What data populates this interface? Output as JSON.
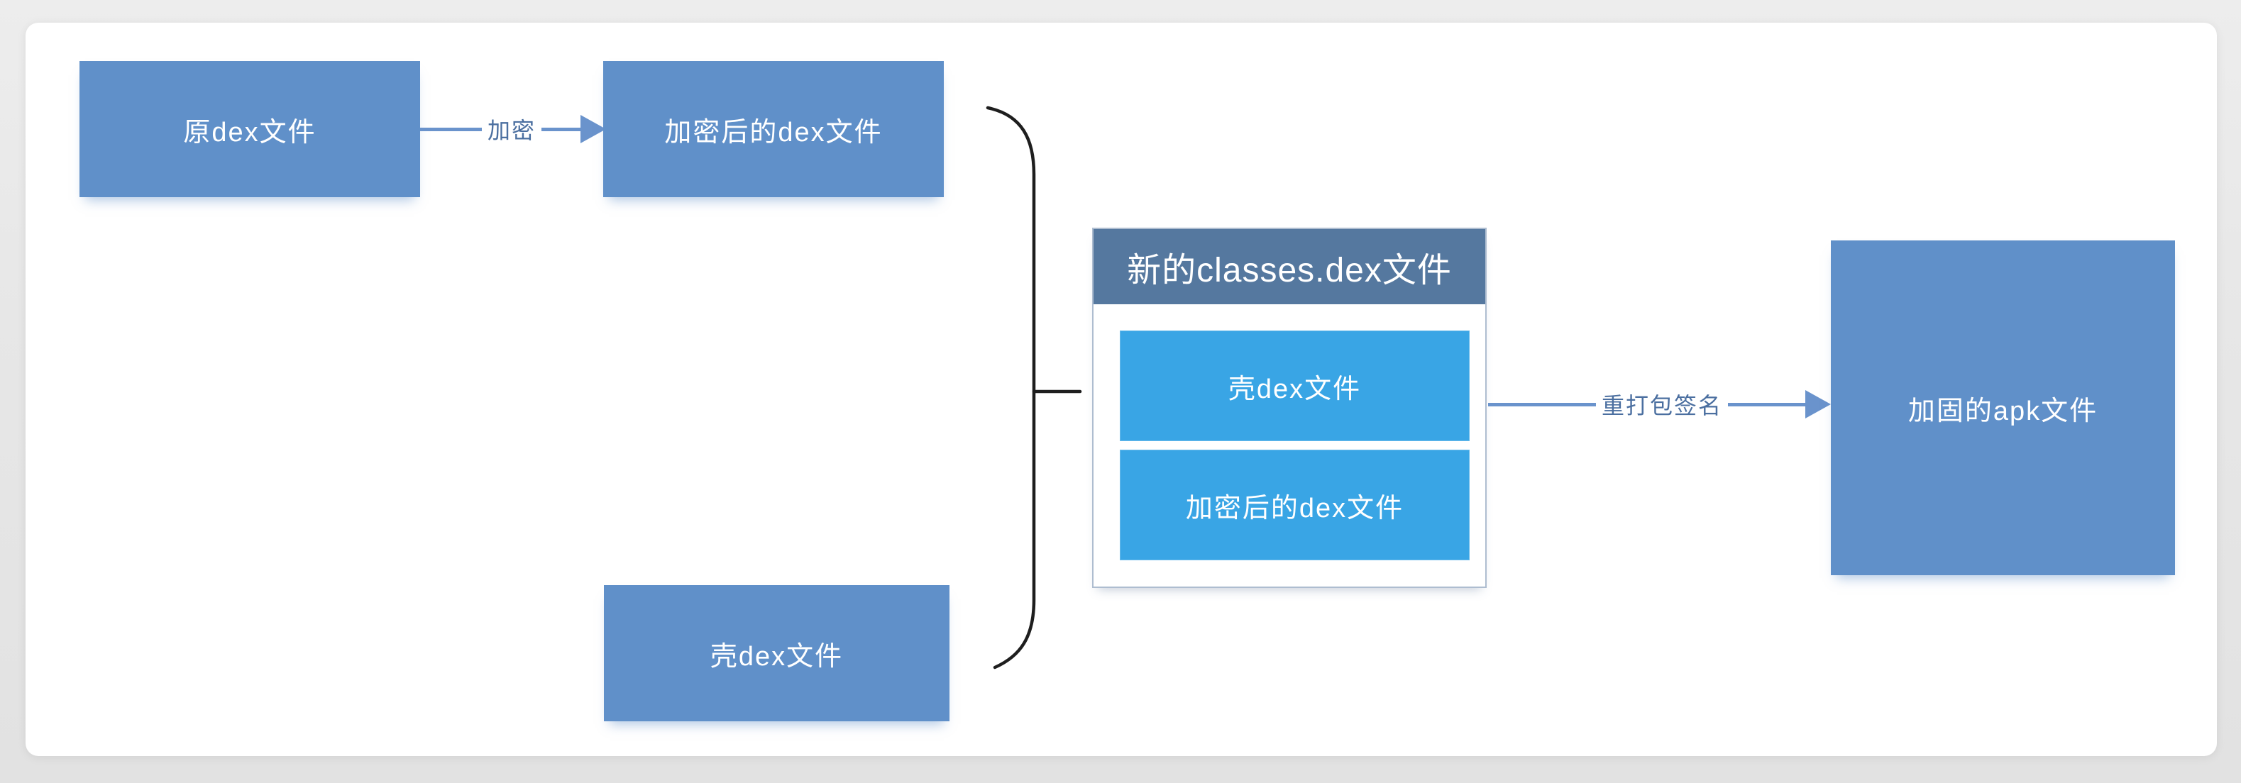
{
  "diagram": {
    "nodes": {
      "original_dex": {
        "label": "原dex文件"
      },
      "encrypted_dex": {
        "label": "加密后的dex文件"
      },
      "shell_dex": {
        "label": "壳dex文件"
      },
      "new_classes_dex": {
        "title": "新的classes.dex文件",
        "items": [
          {
            "label": "壳dex文件"
          },
          {
            "label": "加密后的dex文件"
          }
        ]
      },
      "hardened_apk": {
        "label": "加固的apk文件"
      }
    },
    "edges": {
      "encrypt": {
        "label": "加密"
      },
      "repack_sign": {
        "label": "重打包签名"
      }
    }
  },
  "colors": {
    "node_fill": "#6090c9",
    "inner_fill": "#39a5e5",
    "header_fill": "#55789f",
    "container_border": "#aebdd0",
    "arrow_color": "#6a93cc",
    "edge_label_color": "#4b6fa0",
    "brace_color": "#1e1e1e",
    "card_bg": "#ffffff",
    "page_bg": "#e7e7e7",
    "node_text": "#ffffff"
  }
}
